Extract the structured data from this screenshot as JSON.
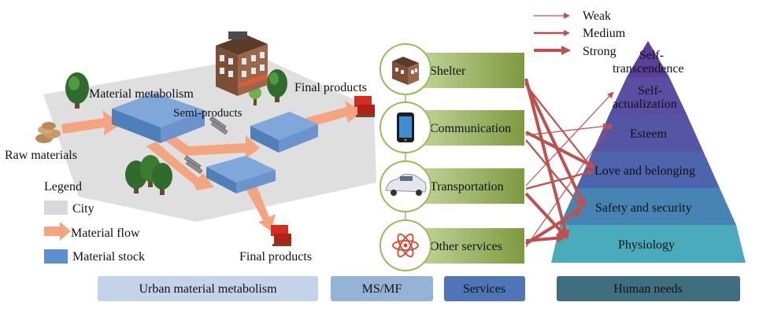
{
  "legend_strength": {
    "weak": "Weak",
    "medium": "Medium",
    "strong": "Strong"
  },
  "city_panel": {
    "material_metabolism": "Material metabolism",
    "raw_materials": "Raw materials",
    "semi_products": "Semi-products",
    "final_products_top": "Final products",
    "final_products_bottom": "Final products"
  },
  "legend": {
    "title": "Legend",
    "city": "City",
    "material_flow": "Material flow",
    "material_stock": "Material stock"
  },
  "services": [
    {
      "label": "Shelter",
      "icon": "building-icon"
    },
    {
      "label": "Communication",
      "icon": "phone-icon"
    },
    {
      "label": "Transportation",
      "icon": "car-icon"
    },
    {
      "label": "Other services",
      "icon": "atom-icon"
    }
  ],
  "needs": {
    "self_transcendence": "Self-transcendence",
    "self_transcendence_l1": "Self-",
    "self_transcendence_l2": "transcendence",
    "self_actualization_l1": "Self-",
    "self_actualization_l2": "actualization",
    "esteem": "Esteem",
    "love": "Love and belonging",
    "safety": "Safety and security",
    "physiology": "Physiology"
  },
  "bottom_labels": {
    "urban": "Urban material metabolism",
    "msmf": "MS/MF",
    "services": "Services",
    "human_needs": "Human needs"
  },
  "colors": {
    "flow_arrow": "#f4a57f",
    "stock": "#5b8fd0",
    "city": "#d9d9d9",
    "service_box": "#8fac4f",
    "service_box_light": "#c3d69b",
    "link_arrow": "#c0504d",
    "pyramid_top": "#5b3f99",
    "pyramid_bottom": "#4aabbd"
  }
}
